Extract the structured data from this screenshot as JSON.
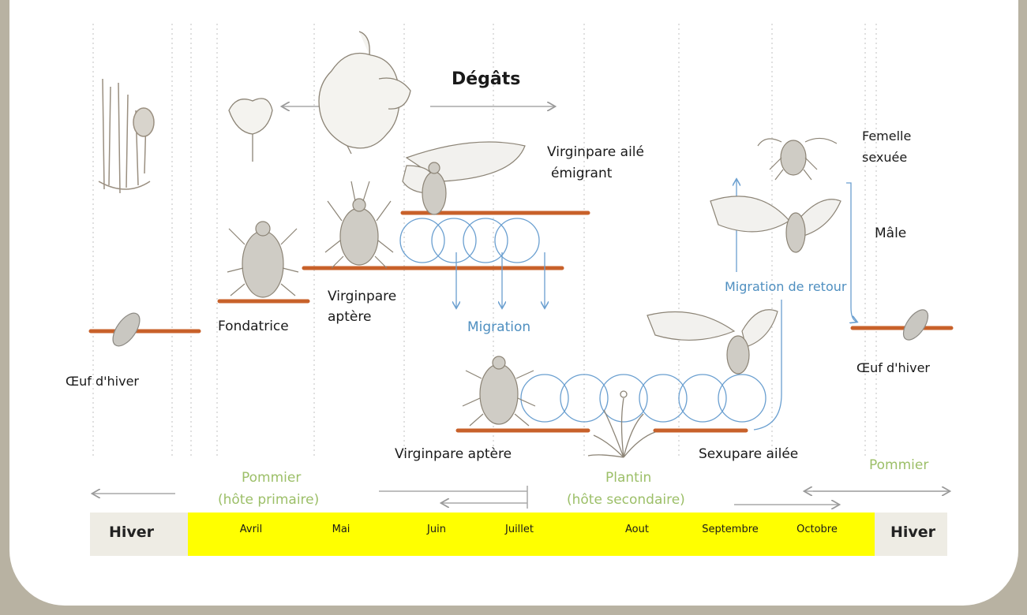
{
  "title": "Dégâts",
  "labels": {
    "virginipare_aile_1": "Virginpare ailé",
    "virginipare_aile_2": "émigrant",
    "femelle_1": "Femelle",
    "femelle_2": "sexuée",
    "male": "Mâle",
    "migration_retour": "Migration de retour",
    "virginipare_aptere_top_1": "Virginpare",
    "virginipare_aptere_top_2": "aptère",
    "fondatrice": "Fondatrice",
    "migration": "Migration",
    "oeuf_left": "Œuf d'hiver",
    "oeuf_right": "Œuf d'hiver",
    "virginipare_aptere_bottom": "Virginpare aptère",
    "sexupare": "Sexupare ailée"
  },
  "hosts": {
    "pommier_primary_1": "Pommier",
    "pommier_primary_2": "(hôte primaire)",
    "plantin_1": "Plantin",
    "plantin_2": "(hôte secondaire)",
    "pommier_right": "Pommier"
  },
  "timeline": {
    "winter_left": "Hiver",
    "winter_right": "Hiver",
    "months": [
      "Avril",
      "Mai",
      "Juin",
      "Juillet",
      "Aout",
      "Septembre",
      "Octobre"
    ]
  },
  "colors": {
    "line": "#c8612a",
    "arrow": "#6a9fd0",
    "text_blue": "#4f8fc0",
    "host_green": "#9cbf68",
    "timeline_yellow": "#ffff00",
    "winter_bg": "#eeece4"
  }
}
